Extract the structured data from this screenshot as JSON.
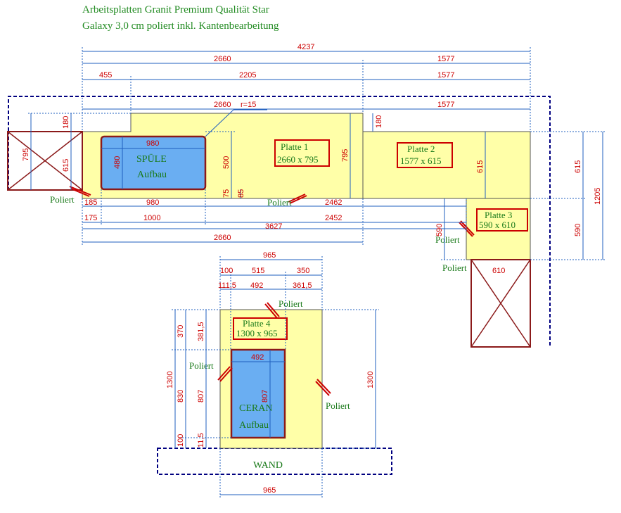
{
  "title": {
    "line1": "Arbeitsplatten Granit Premium Qualität Star",
    "line2": "Galaxy 3,0 cm poliert inkl. Kantenbearbeitung"
  },
  "colors": {
    "slab": "#ffffa8",
    "sink": "#6aaef2",
    "outline": "#8b1a1a",
    "dimension_line": "#1f5fbf",
    "dimension_text": "#cc0000",
    "label_text": "#1a7a1a",
    "wall_dash": "#000080"
  },
  "plates": {
    "p1": {
      "name": "Platte 1",
      "size": "2660 x 795"
    },
    "p2": {
      "name": "Platte 2",
      "size": "1577 x 615"
    },
    "p3": {
      "name": "Platte 3",
      "size": "590 x 610"
    },
    "p4": {
      "name": "Platte 4",
      "size": "1300 x 965"
    }
  },
  "cutouts": {
    "sink": {
      "line1": "SPÜLE",
      "line2": "Aufbau"
    },
    "cooktop": {
      "line1": "CERAN",
      "line2": "Aufbau"
    }
  },
  "wall": "WAND",
  "poliert": "Poliert",
  "radius": "r=15",
  "dims": {
    "total": "4237",
    "a2660": "2660",
    "a1577": "1577",
    "a455": "455",
    "a2205": "2205",
    "b1577": "1577",
    "c2660": "2660",
    "c1577": "1577",
    "l180": "180",
    "l795": "795",
    "l615": "615",
    "s980": "980",
    "s480": "480",
    "s500": "500",
    "s75": "75",
    "s85": "85",
    "p1h795": "795",
    "r180": "180",
    "p2h615": "615",
    "b185": "185",
    "b980": "980",
    "b2462": "2462",
    "b175": "175",
    "b1000": "1000",
    "b2452": "2452",
    "b3627": "3627",
    "b2660": "2660",
    "r615": "615",
    "r1205": "1205",
    "r590": "590",
    "p3w590": "590",
    "p3w610": "610",
    "t965": "965",
    "t100": "100",
    "t515": "515",
    "t350": "350",
    "t111": "111,5",
    "t492": "492",
    "t361": "361,5",
    "v1300": "1300",
    "v370": "370",
    "v381": "381,5",
    "v830": "830",
    "v807": "807",
    "v100": "100",
    "v115": "11,5",
    "c492": "492",
    "c807": "807",
    "r1300": "1300",
    "w965": "965"
  }
}
